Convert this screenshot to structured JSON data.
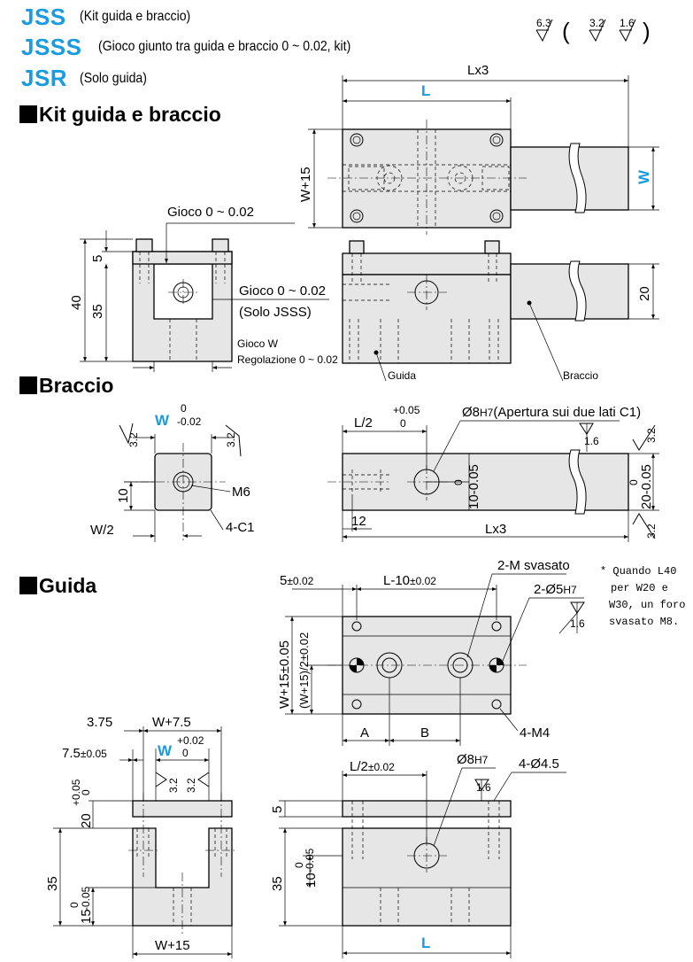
{
  "header": {
    "types": [
      {
        "code": "JSS",
        "desc": "(Kit guida e braccio)"
      },
      {
        "code": "JSSS",
        "desc": "(Gioco giunto tra guida e braccio 0 ~ 0.02, kit)"
      },
      {
        "code": "JSR",
        "desc": "(Solo guida)"
      }
    ],
    "roughness": {
      "main": "6.3",
      "others": [
        "3.2",
        "1.6"
      ]
    }
  },
  "sections": {
    "kit": "Kit guida e braccio",
    "arm": "Braccio",
    "guide": "Guida"
  },
  "kit_labels": {
    "lx3": "Lx3",
    "l": "L",
    "w15": "W+15",
    "w": "W",
    "twenty": "20",
    "gap_top": "Gioco 0 ~ 0.02",
    "gap_side": "Gioco 0 ~ 0.02",
    "only_jsss": "(Solo JSSS)",
    "gap_w": "Gioco W",
    "adjust": "Regolazione 0 ~ 0.02",
    "forty": "40",
    "thirtyfive": "35",
    "five": "5",
    "guida": "Guida",
    "braccio": "Braccio"
  },
  "arm_labels": {
    "w": "W",
    "w_tol_up": "0",
    "w_tol_low": "-0.02",
    "r32": "3.2",
    "m6": "M6",
    "ten": "10",
    "w2": "W/2",
    "chamfer": "4-C1",
    "l2": "L/2",
    "l2_tol_up": "+0.05",
    "l2_tol_low": "0",
    "hole_prefix": "Ø8",
    "hole_fit": "H7",
    "hole_note": "(Apertura sui due lati C1)",
    "r16": "1.6",
    "ten_tol": "10-0.05",
    "ten_tol_up": "0",
    "twenty_tol": "20-0.05",
    "twenty_tol_up": "0",
    "twelve": "12",
    "lx3": "Lx3"
  },
  "guide_labels": {
    "five": "5",
    "five_tol": "±0.02",
    "l10": "L-10",
    "l10_tol": "±0.02",
    "csk": "2-M svasato",
    "pin_prefix": "2-Ø5",
    "pin_fit": "H7",
    "r16": "1.6",
    "note": [
      "* Quando L40",
      "per W20 e",
      "W30, un foro",
      "svasato M8."
    ],
    "w15_tol": "W+15±0.05",
    "w15_half": "(W+15)/2±0.02",
    "a": "A",
    "b": "B",
    "m4": "4-M4",
    "d375": "3.75",
    "w75": "W+7.5",
    "d75": "7.5",
    "d75_tol": "±0.05",
    "w": "W",
    "w_tol_up": "+0.02",
    "w_tol_low": "0",
    "r32": "3.2",
    "twenty": "20",
    "twenty_tol_up": "+0.05",
    "twenty_tol_low": "0",
    "thirtyfive": "35",
    "fifteen": "15",
    "fifteen_tol_up": "0",
    "fifteen_tol_low": "-0.05",
    "w15": "W+15",
    "l2": "L/2",
    "l2_tol": "±0.02",
    "d8": "Ø8",
    "d8_fit": "H7",
    "holes": "4-Ø4.5",
    "r16b": "1.6",
    "five_b": "5",
    "thirtyfive_b": "35",
    "ten": "10",
    "ten_tol_up": "0",
    "ten_tol_low": "-0.05",
    "l": "L"
  }
}
